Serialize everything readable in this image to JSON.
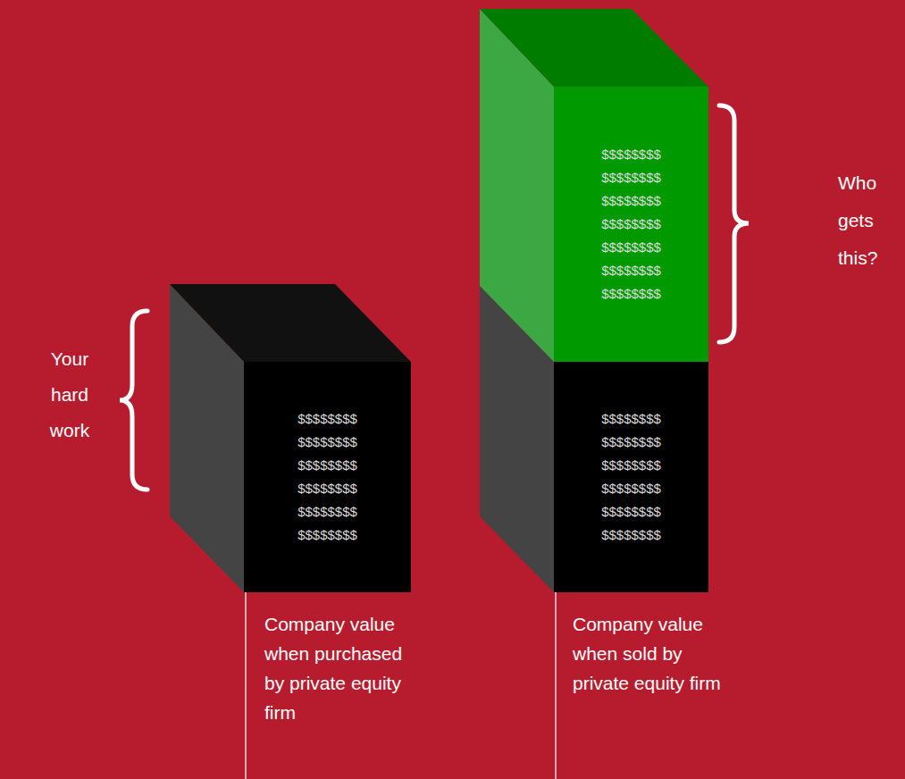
{
  "diagram": {
    "nodes": [
      {
        "text": [
          "$$$$$$$$ $$$$$$$$ $$$$$$$$ $$$$$$$$ $$$$$$$$ $$$$$$$$"
        ]
      },
      {
        "text": [
          "$$$$$$$$ $$$$$$$$ $$$$$$$$ $$$$$$$$ $$$$$$$$ $$$$$$$$ $$$$$$$$"
        ]
      },
      {
        "text": [
          "$$$$$$$$ $$$$$$$$ $$$$$$$$ $$$$$$$$ $$$$$$$$ $$$$$$$$"
        ]
      }
    ],
    "labels": [
      "Your hard work",
      "Who gets this?",
      "Company value when purchased by private equity firm",
      "Company value when sold by private equity firm"
    ]
  }
}
